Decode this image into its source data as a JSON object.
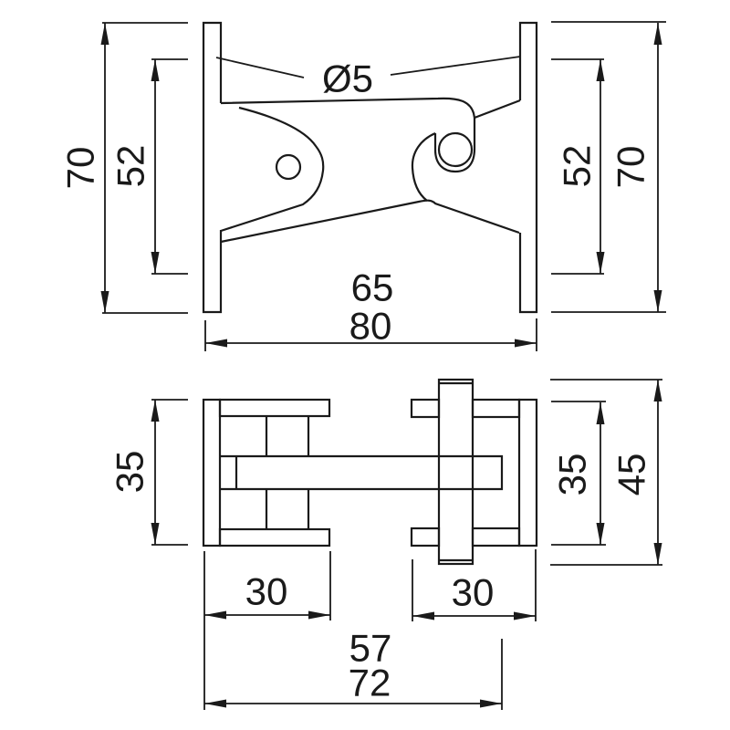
{
  "colors": {
    "ink": "#1a1a1a",
    "paper": "#ffffff"
  },
  "front_view": {
    "dim_outer_height_left": "70",
    "dim_inner_height_left": "52",
    "hole_callout": "Ø5",
    "dim_inner_height_right": "52",
    "dim_outer_height_right": "70",
    "dim_inner_width": "65",
    "dim_outer_width": "80"
  },
  "plan_view": {
    "dim_plate_depth_left": "35",
    "dim_flange_left": "30",
    "dim_flange_right": "30",
    "dim_plate_depth_right": "35",
    "dim_overall_depth": "45",
    "dim_inner_length": "57",
    "dim_overall_length": "72"
  }
}
